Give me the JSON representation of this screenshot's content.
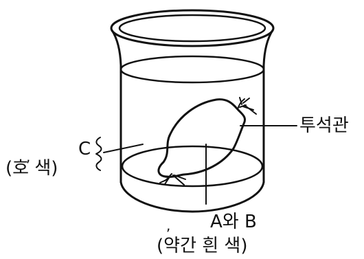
{
  "colors": {
    "ink": "#111111",
    "background": "#ffffff"
  },
  "labels": {
    "dialysis_tube": "투석관",
    "region_c": "C",
    "region_c_note": "(호   색)",
    "region_ab": "A와 B",
    "region_ab_note": "(약간 흰 색)",
    "tick_mark": ","
  },
  "icons": {
    "brace": "curly-brace-icon",
    "knot": "string-knot-icon"
  }
}
